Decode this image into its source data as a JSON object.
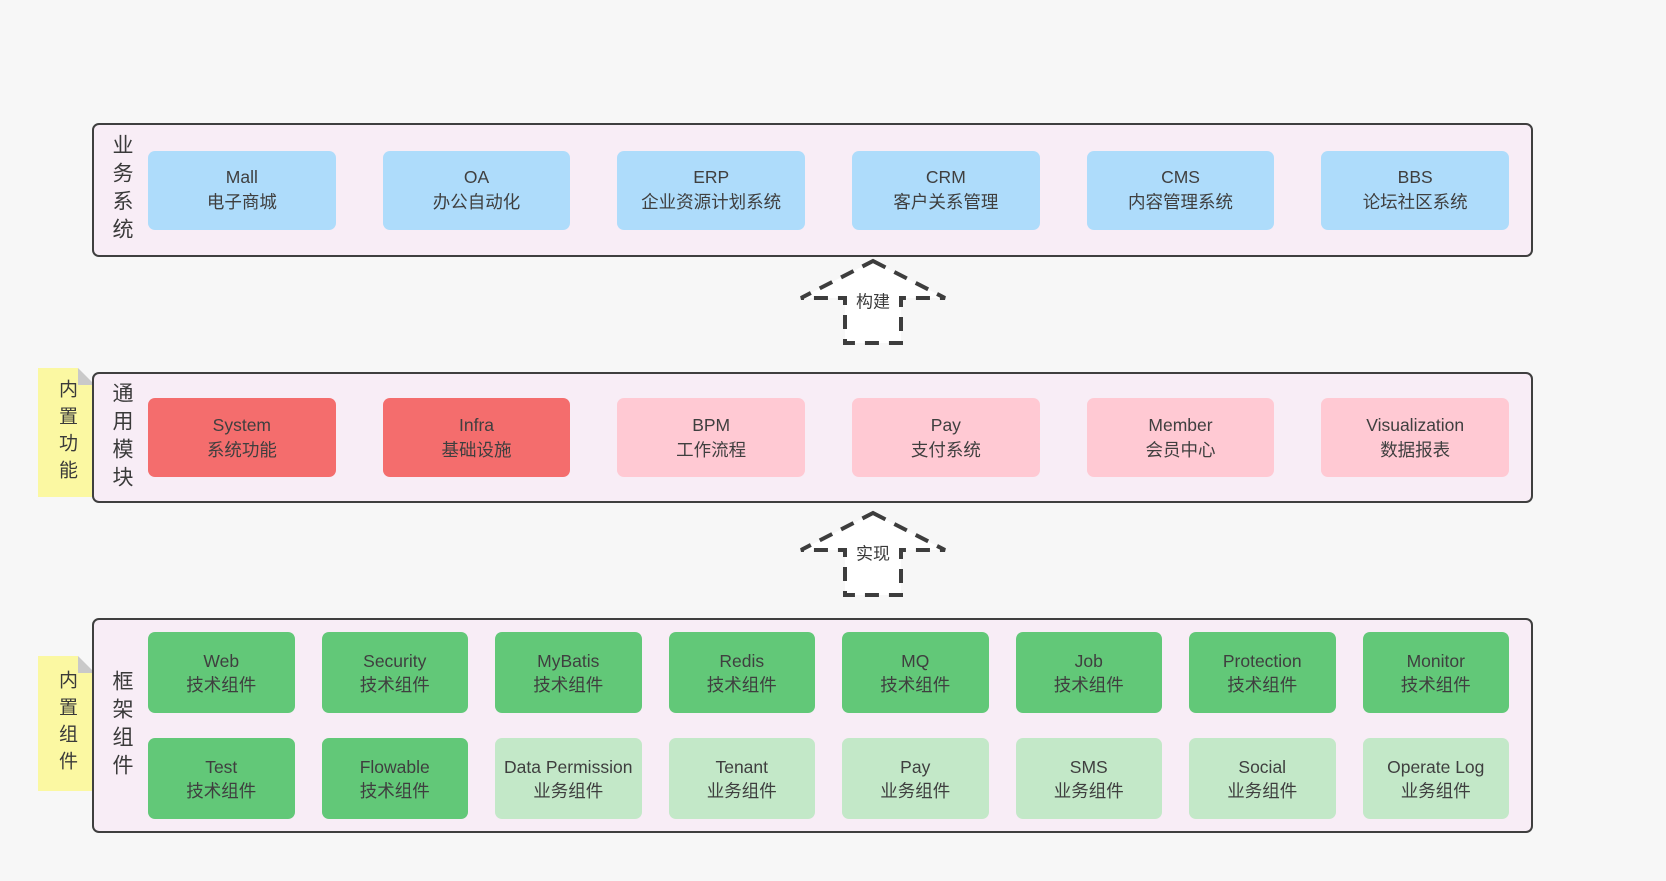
{
  "colors": {
    "page_bg": "#f7f7f7",
    "section_bg": "#f8edf6",
    "section_border": "#3f3f3f",
    "blue": "#aedcfb",
    "red": "#f46d6d",
    "pink": "#ffc9d3",
    "green_dark": "#62c878",
    "green_light": "#c3e8c8",
    "note_yellow": "#fbf8a2",
    "note_fold_gray": "#c9c9c9",
    "text": "#3b3b3b",
    "arrow_stroke": "#3d3d3d"
  },
  "sections": {
    "business": {
      "label": "业务系统",
      "boxes": [
        {
          "title": "Mall",
          "subtitle": "电子商城",
          "variant": "blue"
        },
        {
          "title": "OA",
          "subtitle": "办公自动化",
          "variant": "blue"
        },
        {
          "title": "ERP",
          "subtitle": "企业资源计划系统",
          "variant": "blue"
        },
        {
          "title": "CRM",
          "subtitle": "客户关系管理",
          "variant": "blue"
        },
        {
          "title": "CMS",
          "subtitle": "内容管理系统",
          "variant": "blue"
        },
        {
          "title": "BBS",
          "subtitle": "论坛社区系统",
          "variant": "blue"
        }
      ]
    },
    "modules": {
      "label": "通用模块",
      "note": "内置功能",
      "boxes": [
        {
          "title": "System",
          "subtitle": "系统功能",
          "variant": "red"
        },
        {
          "title": "Infra",
          "subtitle": "基础设施",
          "variant": "red"
        },
        {
          "title": "BPM",
          "subtitle": "工作流程",
          "variant": "pink"
        },
        {
          "title": "Pay",
          "subtitle": "支付系统",
          "variant": "pink"
        },
        {
          "title": "Member",
          "subtitle": "会员中心",
          "variant": "pink"
        },
        {
          "title": "Visualization",
          "subtitle": "数据报表",
          "variant": "pink"
        }
      ]
    },
    "components": {
      "label": "框架组件",
      "note": "内置组件",
      "row1": [
        {
          "title": "Web",
          "subtitle": "技术组件",
          "variant": "green-dark"
        },
        {
          "title": "Security",
          "subtitle": "技术组件",
          "variant": "green-dark"
        },
        {
          "title": "MyBatis",
          "subtitle": "技术组件",
          "variant": "green-dark"
        },
        {
          "title": "Redis",
          "subtitle": "技术组件",
          "variant": "green-dark"
        },
        {
          "title": "MQ",
          "subtitle": "技术组件",
          "variant": "green-dark"
        },
        {
          "title": "Job",
          "subtitle": "技术组件",
          "variant": "green-dark"
        },
        {
          "title": "Protection",
          "subtitle": "技术组件",
          "variant": "green-dark"
        },
        {
          "title": "Monitor",
          "subtitle": "技术组件",
          "variant": "green-dark"
        }
      ],
      "row2": [
        {
          "title": "Test",
          "subtitle": "技术组件",
          "variant": "green-dark"
        },
        {
          "title": "Flowable",
          "subtitle": "技术组件",
          "variant": "green-dark"
        },
        {
          "title": "Data Permission",
          "subtitle": "业务组件",
          "variant": "green-light"
        },
        {
          "title": "Tenant",
          "subtitle": "业务组件",
          "variant": "green-light"
        },
        {
          "title": "Pay",
          "subtitle": "业务组件",
          "variant": "green-light"
        },
        {
          "title": "SMS",
          "subtitle": "业务组件",
          "variant": "green-light"
        },
        {
          "title": "Social",
          "subtitle": "业务组件",
          "variant": "green-light"
        },
        {
          "title": "Operate Log",
          "subtitle": "业务组件",
          "variant": "green-light"
        }
      ]
    }
  },
  "arrows": {
    "build": {
      "label": "构建"
    },
    "implement": {
      "label": "实现"
    }
  }
}
